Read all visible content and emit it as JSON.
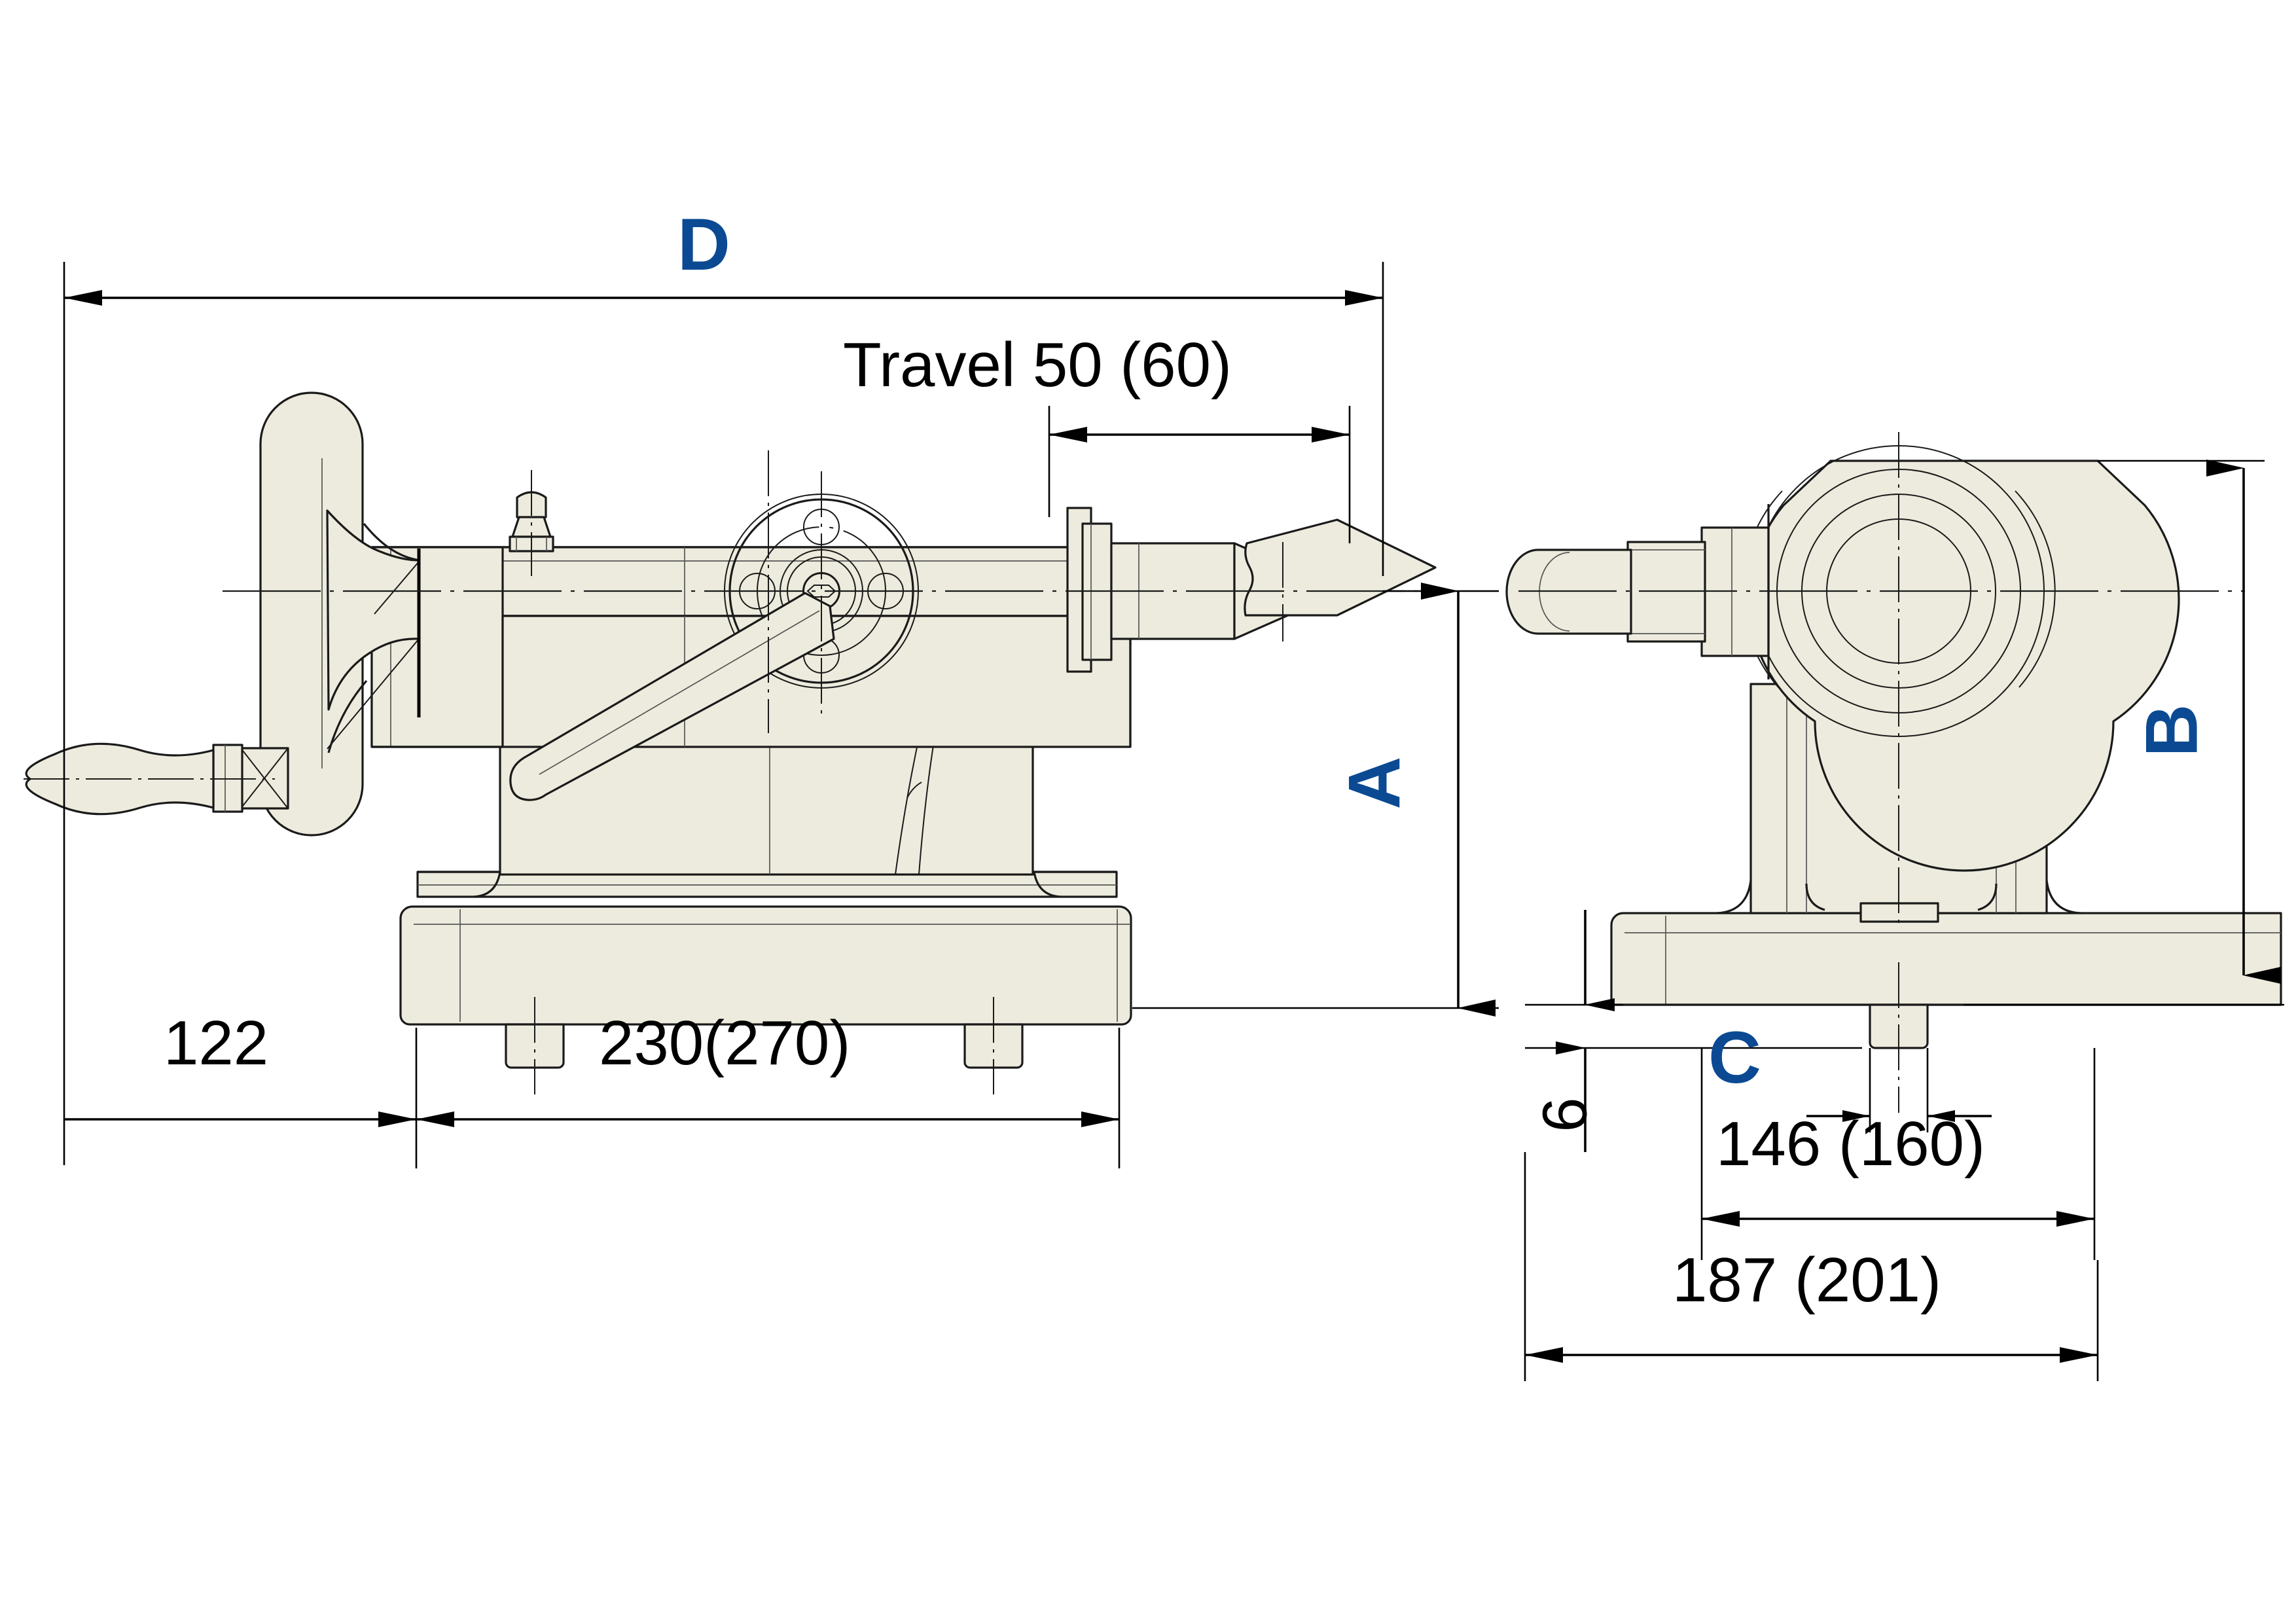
{
  "drawing": {
    "title": "Tailstock general-arrangement drawing",
    "views": [
      {
        "name": "side-elevation-view",
        "position": "left"
      },
      {
        "name": "end-elevation-view",
        "position": "right"
      }
    ],
    "colors": {
      "part_fill": "#EDEBDD",
      "outline": "#1A1A1A",
      "dimension_text": "#000000",
      "alpha_label": "#0B4A93",
      "background": "#FFFFFF"
    }
  },
  "labels": {
    "overall_length": "D",
    "centre_height": "A",
    "overall_height": "B",
    "slot_width": "C"
  },
  "dimensions": {
    "travel": "Travel 50 (60)",
    "handwheel_projection": "122",
    "body_length": "230(270)",
    "key_height": "6",
    "base_width": "146 (160)",
    "overall_width": "187 (201)"
  },
  "parts": [
    {
      "name": "handwheel",
      "view": "side"
    },
    {
      "name": "handwheel-grip",
      "view": "side"
    },
    {
      "name": "grease-nipple",
      "view": "side"
    },
    {
      "name": "clamp-lever",
      "view": "side"
    },
    {
      "name": "quill",
      "view": "side"
    },
    {
      "name": "dead-centre",
      "view": "side"
    },
    {
      "name": "workpiece-centre",
      "view": "side"
    },
    {
      "name": "graduated-dial",
      "view": "side"
    },
    {
      "name": "base-plate",
      "view": "side"
    },
    {
      "name": "locating-key",
      "view": "side"
    },
    {
      "name": "barrel-housing",
      "view": "end"
    },
    {
      "name": "clamp-lever-end",
      "view": "end"
    },
    {
      "name": "base-plate-end",
      "view": "end"
    },
    {
      "name": "locating-key-end",
      "view": "end"
    }
  ]
}
